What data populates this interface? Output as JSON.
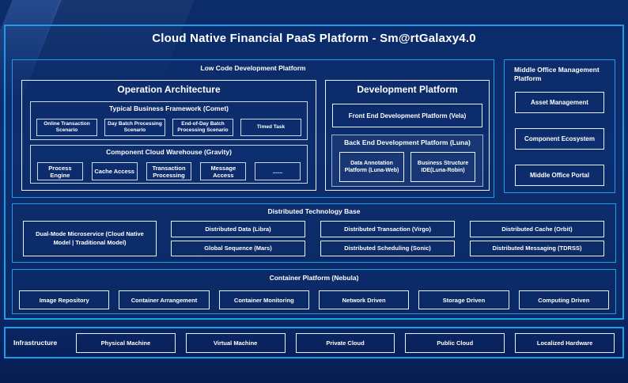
{
  "title": "Cloud Native Financial PaaS Platform - Sm@rtGalaxy4.0",
  "colors": {
    "accent_blue": "#1f9ce8",
    "background_navy": "#0a2a66",
    "box_border_white": "#e8eff8",
    "text": "#ffffff"
  },
  "low_code": {
    "label": "Low Code Development Platform",
    "operation": {
      "label": "Operation Architecture",
      "comet": {
        "label": "Typical Business Framework (Comet)",
        "items": [
          "Online Transaction Scenario",
          "Day Batch Processing Scenario",
          "End-of-Day Batch Processing Scenario",
          "Timed Task"
        ]
      },
      "gravity": {
        "label": "Component Cloud Warehouse (Gravity)",
        "items": [
          "Process Engine",
          "Cache Access",
          "Transaction Processing",
          "Message Access",
          "......"
        ]
      }
    },
    "development": {
      "label": "Development Platform",
      "front_end": "Front End Development Platform (Vela)",
      "back_end": {
        "label": "Back End Development Platform (Luna)",
        "items": [
          "Data Annotation Platform (Luna-Web)",
          "Business Structure IDE(Luna-Robin)"
        ]
      }
    }
  },
  "middle_office": {
    "label": "Middle Office Management Platform",
    "items": [
      "Asset Management",
      "Component Ecosystem",
      "Middle Office Portal"
    ]
  },
  "distributed": {
    "label": "Distributed Technology Base",
    "dual_mode": "Dual-Mode Microservice (Cloud Native Model | Traditional Model)",
    "row1": [
      "Distributed Data (Libra)",
      "Distributed Transaction (Virgo)",
      "Distributed Cache (Orbit)"
    ],
    "row2": [
      "Global Sequence (Mars)",
      "Distributed Scheduling (Sonic)",
      "Distributed Messaging (TDRSS)"
    ]
  },
  "container": {
    "label": "Container Platform (Nebula)",
    "items": [
      "Image Repository",
      "Container Arrangement",
      "Container Monitoring",
      "Network Driven",
      "Storage Driven",
      "Computing Driven"
    ]
  },
  "infrastructure": {
    "label": "Infrastructure",
    "items": [
      "Physical Machine",
      "Virtual Machine",
      "Private Cloud",
      "Public Cloud",
      "Localized Hardware"
    ]
  }
}
